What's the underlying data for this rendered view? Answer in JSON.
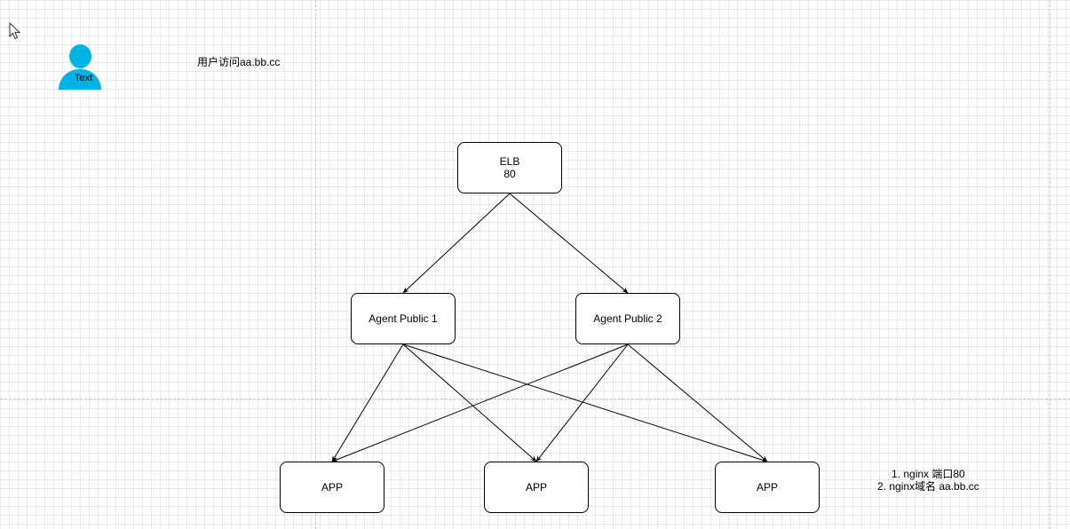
{
  "canvas": {
    "grid": true
  },
  "user_actor": {
    "label": "Text",
    "color": "#00b3e6"
  },
  "user_access_label": "用户访问aa.bb.cc",
  "nodes": {
    "elb": {
      "line1": "ELB",
      "line2": "80"
    },
    "agent1": {
      "label": "Agent Public 1"
    },
    "agent2": {
      "label": "Agent Public 2"
    },
    "app1": {
      "label": "APP"
    },
    "app2": {
      "label": "APP"
    },
    "app3": {
      "label": "APP"
    }
  },
  "notes": {
    "line1": "1. nginx 端口80",
    "line2": "2. nginx域名 aa.bb.cc"
  },
  "edges": [
    {
      "from": "elb",
      "to": "agent1"
    },
    {
      "from": "elb",
      "to": "agent2"
    },
    {
      "from": "agent1",
      "to": "app1"
    },
    {
      "from": "agent1",
      "to": "app2"
    },
    {
      "from": "agent1",
      "to": "app3"
    },
    {
      "from": "agent2",
      "to": "app1"
    },
    {
      "from": "agent2",
      "to": "app2"
    },
    {
      "from": "agent2",
      "to": "app3"
    }
  ]
}
